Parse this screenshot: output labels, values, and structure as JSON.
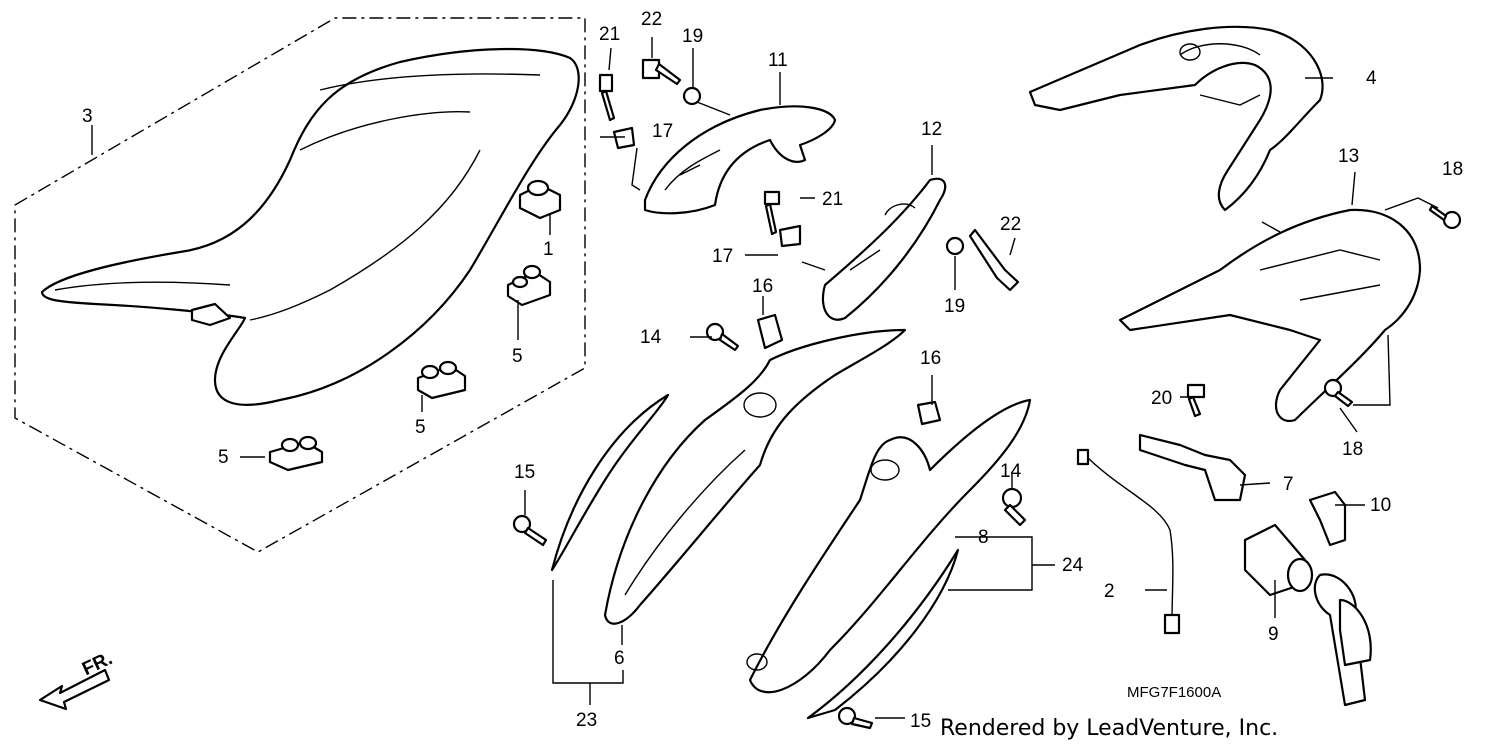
{
  "diagram_code": "MFG7F1600A",
  "credit": "Rendered by LeadVenture, Inc.",
  "direction_label": "FR.",
  "callouts": {
    "c1": "1",
    "c2": "2",
    "c3": "3",
    "c4": "4",
    "c5a": "5",
    "c5b": "5",
    "c5c": "5",
    "c6": "6",
    "c7": "7",
    "c8": "8",
    "c9": "9",
    "c10": "10",
    "c11": "11",
    "c12": "12",
    "c13": "13",
    "c14a": "14",
    "c14b": "14",
    "c15a": "15",
    "c15b": "15",
    "c16a": "16",
    "c16b": "16",
    "c17a": "17",
    "c17b": "17",
    "c18a": "18",
    "c18b": "18",
    "c19a": "19",
    "c19b": "19",
    "c20": "20",
    "c21a": "21",
    "c21b": "21",
    "c22a": "22",
    "c22b": "22",
    "c23": "23",
    "c24": "24"
  }
}
